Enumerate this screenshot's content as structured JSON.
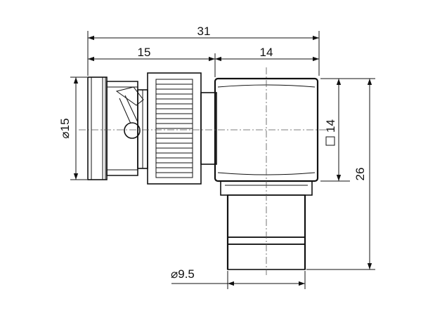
{
  "drawing": {
    "dimensions": {
      "overall_length": "31",
      "bnc_length": "15",
      "body_length": "14",
      "square_size": "14",
      "height": "26",
      "bnc_diameter": "15",
      "cable_diameter": "9.5"
    }
  }
}
